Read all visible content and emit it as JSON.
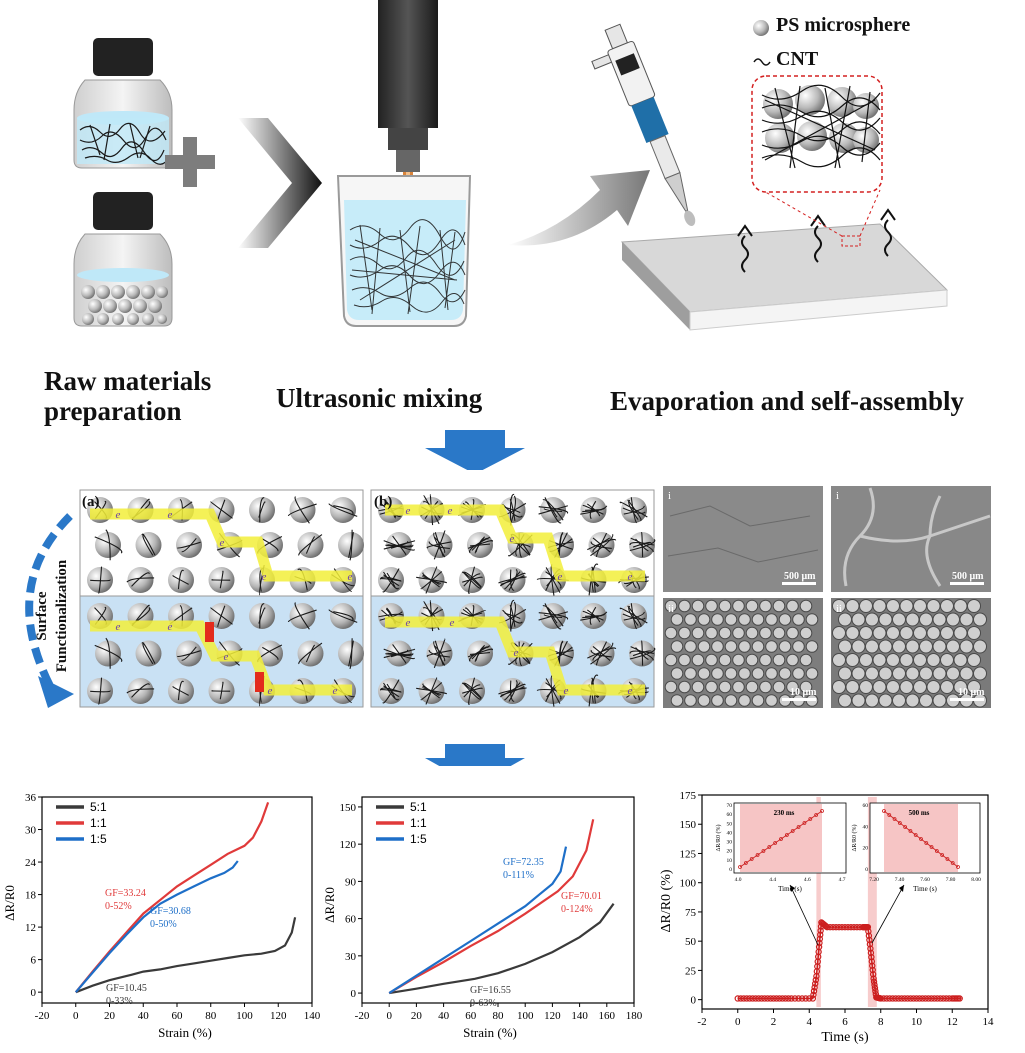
{
  "legend_top": {
    "sphere": "PS microsphere",
    "cnt": "CNT"
  },
  "stages": [
    "Raw materials preparation",
    "Ultrasonic mixing",
    "Evaporation and self-assembly"
  ],
  "stage_lines": {
    "raw1": "Raw materials",
    "raw2": "preparation"
  },
  "side_label": {
    "line1": "Surface",
    "line2": "Functionalization"
  },
  "panel_a": "(a)",
  "panel_b": "(b)",
  "electron": "e",
  "sem": [
    {
      "roman": "i",
      "scale": "500 μm"
    },
    {
      "roman": "i",
      "scale": "500 μm"
    },
    {
      "roman": "ii",
      "scale": "10 μm"
    },
    {
      "roman": "ii",
      "scale": "10 μm"
    }
  ],
  "colors": {
    "s51": "#3a3a3a",
    "s11": "#e03a3a",
    "s15": "#1e6fc8",
    "arrow": "#1f6fc4",
    "highlight": "#f2ee3a",
    "response": "#cc1f1f",
    "band": "#f4b6b6"
  },
  "chart_data": [
    {
      "type": "line",
      "xlabel": "Strain (%)",
      "ylabel": "ΔR/R0",
      "xlim": [
        -20,
        140
      ],
      "ylim": [
        -2,
        36
      ],
      "xticks": [
        -20,
        0,
        20,
        40,
        60,
        80,
        100,
        120,
        140
      ],
      "yticks": [
        0,
        6,
        12,
        18,
        24,
        30,
        36
      ],
      "legend": [
        "5:1",
        "1:1",
        "1:5"
      ],
      "series": [
        {
          "name": "5:1",
          "x": [
            0,
            10,
            20,
            33,
            40,
            50,
            60,
            70,
            80,
            90,
            100,
            110,
            118,
            124,
            128,
            130
          ],
          "y": [
            0,
            1.2,
            2.2,
            3.2,
            3.8,
            4.2,
            4.8,
            5.3,
            5.8,
            6.3,
            6.8,
            7.1,
            7.6,
            8.6,
            11.0,
            13.8
          ]
        },
        {
          "name": "1:1",
          "x": [
            0,
            10,
            20,
            30,
            40,
            52,
            60,
            70,
            80,
            90,
            100,
            105,
            110,
            114
          ],
          "y": [
            0,
            3.8,
            7.5,
            11.0,
            14.5,
            17.5,
            19.5,
            21.5,
            23.5,
            25.5,
            27.0,
            28.5,
            31.5,
            35.0
          ]
        },
        {
          "name": "1:5",
          "x": [
            0,
            10,
            20,
            30,
            40,
            50,
            60,
            70,
            80,
            88,
            93,
            96
          ],
          "y": [
            0,
            3.6,
            7.2,
            10.6,
            13.8,
            16.3,
            18.0,
            19.5,
            21.0,
            22.0,
            23.0,
            24.2
          ]
        }
      ],
      "annotations": [
        {
          "text": "GF=33.24",
          "sub": "0-52%",
          "series": "1:1"
        },
        {
          "text": "GF=30.68",
          "sub": "0-50%",
          "series": "1:5"
        },
        {
          "text": "GF=10.45",
          "sub": "0-33%",
          "series": "5:1"
        }
      ]
    },
    {
      "type": "line",
      "xlabel": "Strain (%)",
      "ylabel": "ΔR/R0",
      "xlim": [
        -20,
        180
      ],
      "ylim": [
        -8,
        158
      ],
      "xticks": [
        -20,
        0,
        20,
        40,
        60,
        80,
        100,
        120,
        140,
        160,
        180
      ],
      "yticks": [
        0,
        30,
        60,
        90,
        120,
        150
      ],
      "legend": [
        "5:1",
        "1:1",
        "1:5"
      ],
      "series": [
        {
          "name": "5:1",
          "x": [
            0,
            20,
            40,
            63,
            80,
            100,
            120,
            140,
            155,
            165
          ],
          "y": [
            0,
            3.5,
            7.5,
            11.5,
            16.0,
            23.5,
            33.0,
            45.0,
            57.0,
            72.0
          ]
        },
        {
          "name": "1:1",
          "x": [
            0,
            20,
            40,
            60,
            80,
            100,
            124,
            135,
            145,
            150
          ],
          "y": [
            0,
            13.0,
            25.0,
            38.0,
            50.0,
            64.0,
            82.0,
            94.0,
            115.0,
            140.0
          ]
        },
        {
          "name": "1:5",
          "x": [
            0,
            20,
            40,
            60,
            80,
            100,
            111,
            120,
            126,
            130
          ],
          "y": [
            0,
            14.0,
            28.0,
            42.0,
            56.0,
            70.0,
            80.0,
            88.0,
            98.0,
            118.0
          ]
        }
      ],
      "annotations": [
        {
          "text": "GF=72.35",
          "sub": "0-111%",
          "series": "1:5"
        },
        {
          "text": "GF=70.01",
          "sub": "0-124%",
          "series": "1:1"
        },
        {
          "text": "GF=16.55",
          "sub": "0-63%",
          "series": "5:1"
        }
      ]
    },
    {
      "type": "line",
      "xlabel": "Time (s)",
      "ylabel": "ΔR/R0 (%)",
      "xlim": [
        -2,
        14
      ],
      "ylim": [
        -8,
        175
      ],
      "xticks": [
        -2,
        0,
        2,
        4,
        6,
        8,
        10,
        12,
        14
      ],
      "yticks": [
        0,
        25,
        50,
        75,
        100,
        125,
        150,
        175
      ],
      "series": [
        {
          "name": "response",
          "x": [
            0,
            1,
            2,
            3,
            4.2,
            4.4,
            4.55,
            4.68,
            5,
            6,
            7,
            7.28,
            7.45,
            7.6,
            7.75,
            8,
            9,
            10,
            11,
            12,
            12.5
          ],
          "y": [
            1,
            1,
            1,
            1,
            1,
            20,
            45,
            66,
            62,
            62,
            62,
            62,
            40,
            18,
            2,
            1,
            1,
            1,
            1,
            1,
            1
          ]
        }
      ],
      "bands": [
        [
          4.4,
          4.65
        ],
        [
          7.28,
          7.78
        ]
      ],
      "insets": [
        {
          "label": "230 ms",
          "xlabel": "Time (s)",
          "ylabel": "ΔR/R0 (%)",
          "xticks": [
            "4.0",
            "4.4",
            "4.6",
            "4.7"
          ],
          "yticks": [
            "0",
            "10",
            "20",
            "30",
            "40",
            "50",
            "60",
            "70"
          ]
        },
        {
          "label": "500 ms",
          "xlabel": "Time (s)",
          "ylabel": "ΔR/R0 (%)",
          "xticks": [
            "7.20",
            "7.40",
            "7.60",
            "7.80",
            "8.00"
          ],
          "yticks": [
            "0",
            "20",
            "40",
            "60"
          ]
        }
      ]
    }
  ]
}
